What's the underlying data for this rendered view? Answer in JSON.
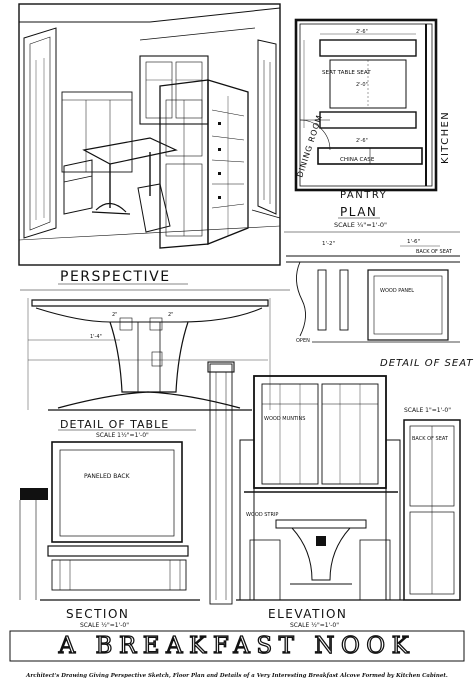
{
  "title": "A Breakfast Nook",
  "caption": "Architect's Drawing Giving Perspective Sketch, Floor Plan and Details of a Very Interesting Breakfast Alcove Formed by Kitchen Cabinet.",
  "views": {
    "perspective": {
      "label": "Perspective"
    },
    "plan": {
      "label": "Plan",
      "scale": "Scale ¼\"=1'-0\"",
      "rooms": {
        "dining": "Dining Room",
        "kitchen": "Kitchen",
        "pantry": "Pantry"
      },
      "labels": {
        "seat_table_seat": "Seat Table Seat",
        "china_case": "China Case"
      },
      "dims": [
        "2'-6\"",
        "2'-0\"",
        "2'-6\""
      ]
    },
    "detail_seat": {
      "label": "Detail of Seat and Case",
      "scale": "Scale 1\"=1'-0\"",
      "labels": {
        "back_of_seat": "Back of Seat",
        "wood_panel": "Wood Panel"
      },
      "dims": [
        "1'-2\"",
        "1'-6\"",
        "Open"
      ]
    },
    "detail_table": {
      "label": "Detail of Table",
      "scale": "Scale 1½\"=1'-0\"",
      "dims": [
        "2\"",
        "2\"",
        "1'-4\""
      ]
    },
    "section": {
      "label": "Section",
      "scale": "Scale ½\"=1'-0\"",
      "labels": {
        "paneled_back": "Paneled Back"
      }
    },
    "elevation": {
      "label": "Elevation",
      "scale": "Scale ½\"=1'-0\"",
      "labels": {
        "wood_muntins": "Wood Muntins",
        "back_of_seat": "Back of Seat",
        "wood_strip": "Wood Strip"
      }
    }
  }
}
